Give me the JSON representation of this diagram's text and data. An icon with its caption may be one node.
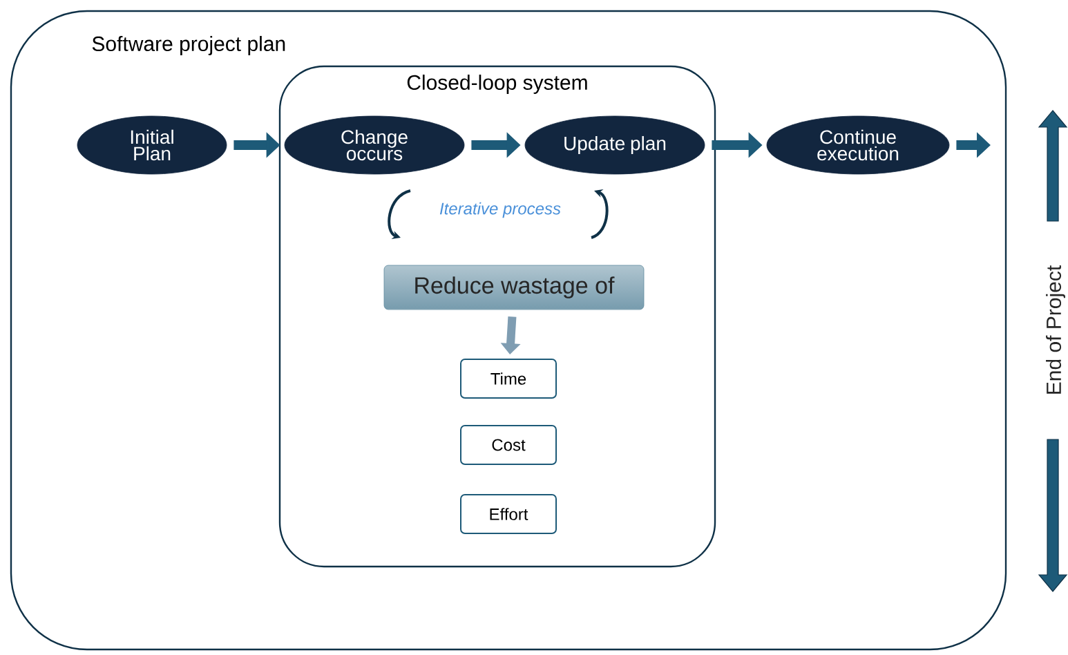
{
  "diagram": {
    "nodes": [
      {
        "text": [
          "Software project plan"
        ]
      },
      {
        "text": [
          "Closed-loop system"
        ],
        "in": 0
      },
      {
        "text": [
          "Initial Plan"
        ],
        "in": 0
      },
      {
        "text": [
          "Change occurs"
        ],
        "in": 1
      },
      {
        "text": [
          "Update plan"
        ],
        "in": 1
      },
      {
        "text": [
          "Continue execution"
        ],
        "in": 0
      },
      {
        "text": [
          "Reduce wastage of"
        ],
        "in": 1
      },
      {
        "text": [
          "Time"
        ],
        "in": 1
      },
      {
        "text": [
          "Cost"
        ],
        "in": 1
      },
      {
        "text": [
          "Effort"
        ],
        "in": 1
      }
    ],
    "edges": [
      {
        "from": 2,
        "to": 3,
        "arrow": "to"
      },
      {
        "from": 3,
        "to": 4,
        "arrow": "to"
      },
      {
        "from": 4,
        "to": 5,
        "arrow": "to"
      },
      {
        "from": 5,
        "to": null,
        "arrow": "to"
      },
      {
        "from": 6,
        "to": 7,
        "arrow": "to",
        "color": "#7f9db2"
      }
    ],
    "labels": [
      "Iterative process",
      "End of Project"
    ]
  }
}
